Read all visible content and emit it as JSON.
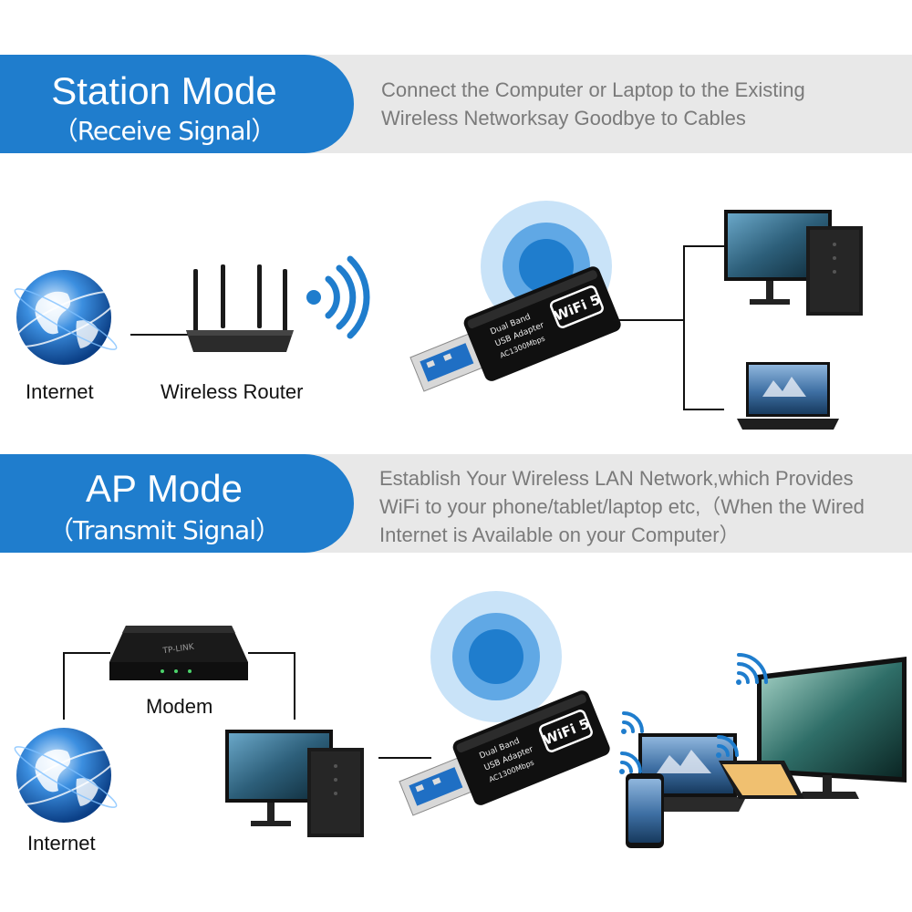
{
  "station": {
    "title": "Station Mode",
    "subtitle": "（Receive Signal）",
    "description_lines": [
      "Connect the Computer or Laptop to the Existing",
      "Wireless Networksay Goodbye to Cables"
    ],
    "labels": {
      "internet": "Internet",
      "router": "Wireless Router"
    }
  },
  "ap": {
    "title": "AP Mode",
    "subtitle": "（Transmit Signal）",
    "description_lines": [
      "Establish Your Wireless LAN Network,which Provides",
      "WiFi to your phone/tablet/laptop etc,（When the Wired",
      "Internet is Available on your Computer）"
    ],
    "labels": {
      "modem": "Modem",
      "internet": "Internet"
    }
  },
  "adapter": {
    "badge": "WiFi 5",
    "text_lines": [
      "Dual Band",
      "USB Adapter",
      "AC1300Mbps"
    ]
  },
  "modem_brand": "TP-LINK",
  "colors": {
    "accent": "#1f7dcd",
    "band": "#e8e8e8",
    "wifi_blue": "#1f7dcd"
  }
}
